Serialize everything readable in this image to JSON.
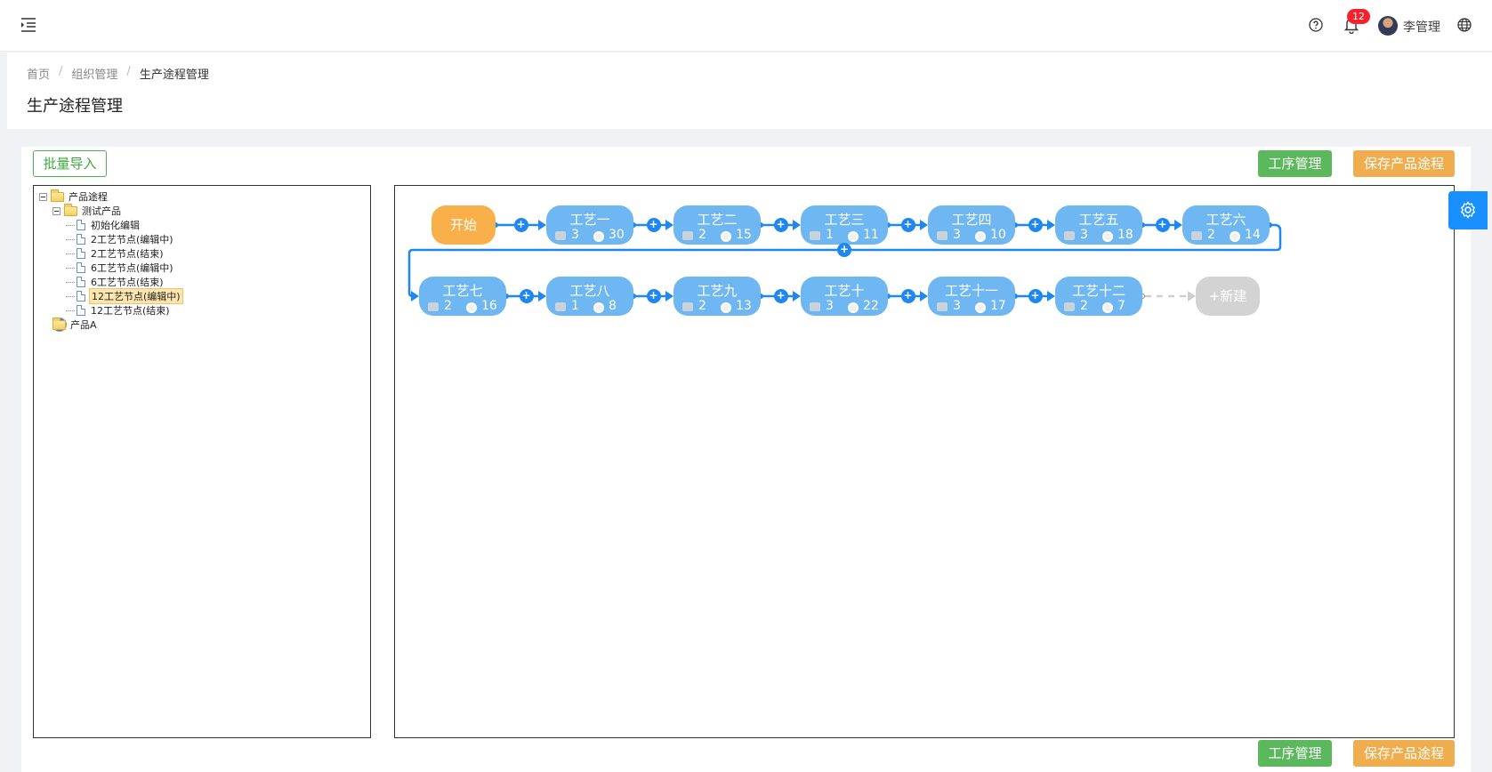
{
  "header": {
    "notification_count": "12",
    "username": "李管理"
  },
  "breadcrumb": [
    "首页",
    "组织管理",
    "生产途程管理"
  ],
  "page_title": "生产途程管理",
  "toolbar": {
    "import_label": "批量导入",
    "process_mgmt_label": "工序管理",
    "save_route_label": "保存产品途程"
  },
  "tree": [
    {
      "label": "产品途程",
      "level": 0,
      "type": "folder",
      "expanded": true
    },
    {
      "label": "测试产品",
      "level": 1,
      "type": "folder",
      "expanded": true
    },
    {
      "label": "初始化编辑",
      "level": 2,
      "type": "file"
    },
    {
      "label": "2工艺节点(编辑中)",
      "level": 2,
      "type": "file"
    },
    {
      "label": "2工艺节点(结束)",
      "level": 2,
      "type": "file"
    },
    {
      "label": "6工艺节点(编辑中)",
      "level": 2,
      "type": "file"
    },
    {
      "label": "6工艺节点(结束)",
      "level": 2,
      "type": "file"
    },
    {
      "label": "12工艺节点(编辑中)",
      "level": 2,
      "type": "file",
      "selected": true
    },
    {
      "label": "12工艺节点(结束)",
      "level": 2,
      "type": "file"
    },
    {
      "label": "产品A",
      "level": 1,
      "type": "folder",
      "expanded": false
    }
  ],
  "flow": {
    "start_label": "开始",
    "new_label": "+新建",
    "nodes": [
      {
        "label": "工艺一",
        "devices": "3",
        "time": "30"
      },
      {
        "label": "工艺二",
        "devices": "2",
        "time": "15"
      },
      {
        "label": "工艺三",
        "devices": "1",
        "time": "11"
      },
      {
        "label": "工艺四",
        "devices": "3",
        "time": "10"
      },
      {
        "label": "工艺五",
        "devices": "3",
        "time": "18"
      },
      {
        "label": "工艺六",
        "devices": "2",
        "time": "14"
      },
      {
        "label": "工艺七",
        "devices": "2",
        "time": "16"
      },
      {
        "label": "工艺八",
        "devices": "1",
        "time": "8"
      },
      {
        "label": "工艺九",
        "devices": "2",
        "time": "13"
      },
      {
        "label": "工艺十",
        "devices": "3",
        "time": "22"
      },
      {
        "label": "工艺十一",
        "devices": "3",
        "time": "17"
      },
      {
        "label": "工艺十二",
        "devices": "2",
        "time": "7"
      }
    ]
  },
  "colors": {
    "primary": "#1890ff",
    "node": "#6eb7f2",
    "start": "#f9b04b",
    "green_button": "#5cb85c",
    "orange_button": "#f0ad4e",
    "badge": "#f5222d"
  }
}
